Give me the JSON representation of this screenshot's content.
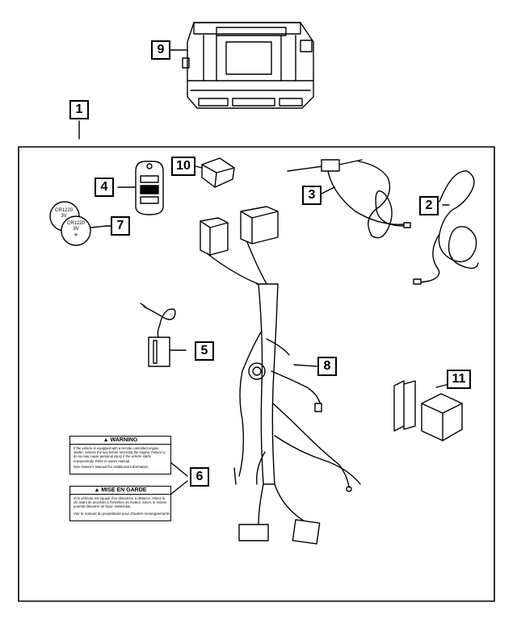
{
  "callouts": {
    "c1": "1",
    "c2": "2",
    "c3": "3",
    "c4": "4",
    "c5": "5",
    "c6": "6",
    "c7": "7",
    "c8": "8",
    "c9": "9",
    "c10": "10",
    "c11": "11"
  },
  "batteries": {
    "back": {
      "model": "CR1220",
      "voltage": "3V"
    },
    "front": {
      "model": "CR1220",
      "voltage": "3V",
      "sign": "+"
    }
  },
  "labels": {
    "warning": {
      "header": "WARNING",
      "text": "If the vehicle is equipped with a remote controlled engine starter, remove the key before servicing the engine. Failure to do so may cause personal injury if the vehicle starts unexpectedly. Refer to owner manual.",
      "reference": "See Owner's Manual for Additional Information"
    },
    "mise_en_garde": {
      "header": "MISE EN GARDE",
      "text": "Si le véhicule est équipé d'un démarreur à distance, retirez la clé avant de procéder à l'entretien du moteur. Sinon, le moteur pourrait démarrer de façon inattendue.",
      "reference": "Voir le manuel du propriétaire pour d'autres renseignements"
    }
  }
}
